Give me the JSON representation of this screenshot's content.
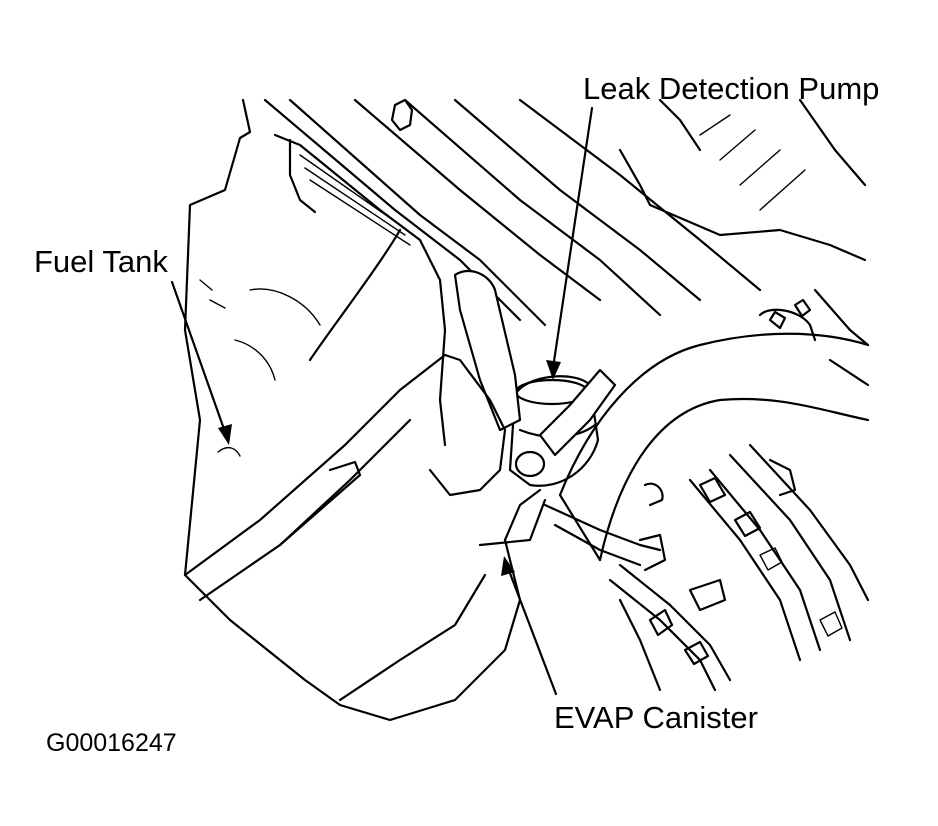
{
  "labels": {
    "pump": "Leak Detection Pump",
    "tank": "Fuel Tank",
    "canister": "EVAP Canister",
    "figure_id": "G00016247"
  },
  "colors": {
    "ink": "#000000",
    "paper": "#ffffff"
  }
}
